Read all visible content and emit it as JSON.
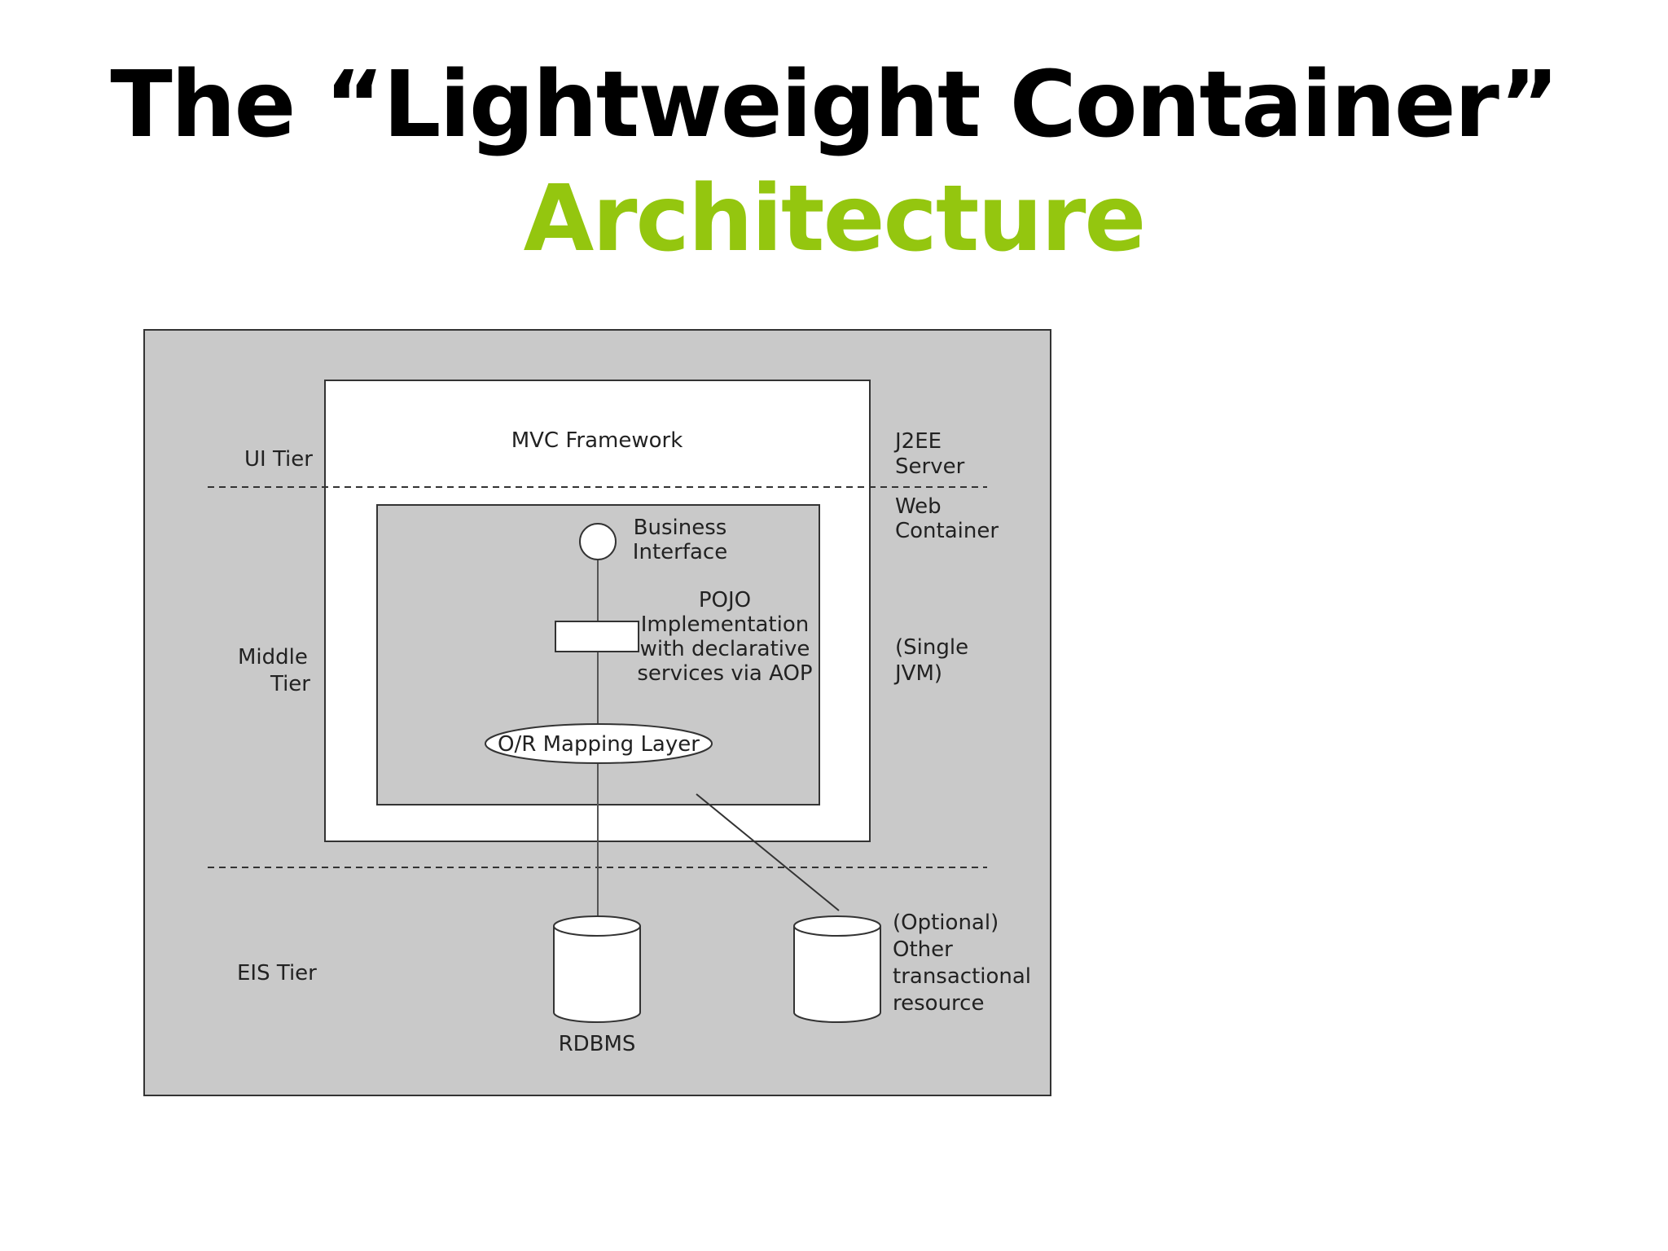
{
  "title": {
    "line1": "The “Lightweight Container”",
    "line2": "Architecture"
  },
  "colors": {
    "title_accent": "#94c60f",
    "panel_fill": "#c9c9c9",
    "stroke": "#333333"
  },
  "diagram": {
    "tiers": {
      "ui": "UI Tier",
      "middle_1": "Middle",
      "middle_2": "Tier",
      "eis": "EIS Tier"
    },
    "server": {
      "mvc": "MVC Framework",
      "j2ee_1": "J2EE",
      "j2ee_2": "Server",
      "web_1": "Web",
      "web_2": "Container",
      "jvm_1": "(Single",
      "jvm_2": "JVM)"
    },
    "container": {
      "business_1": "Business",
      "business_2": "Interface",
      "pojo_1": "POJO",
      "pojo_2": "Implementation",
      "pojo_3": "with declarative",
      "pojo_4": "services via AOP",
      "orm": "O/R Mapping Layer"
    },
    "resources": {
      "rdbms": "RDBMS",
      "optional_1": "(Optional)",
      "optional_2": "Other",
      "optional_3": "transactional",
      "optional_4": "resource"
    }
  }
}
